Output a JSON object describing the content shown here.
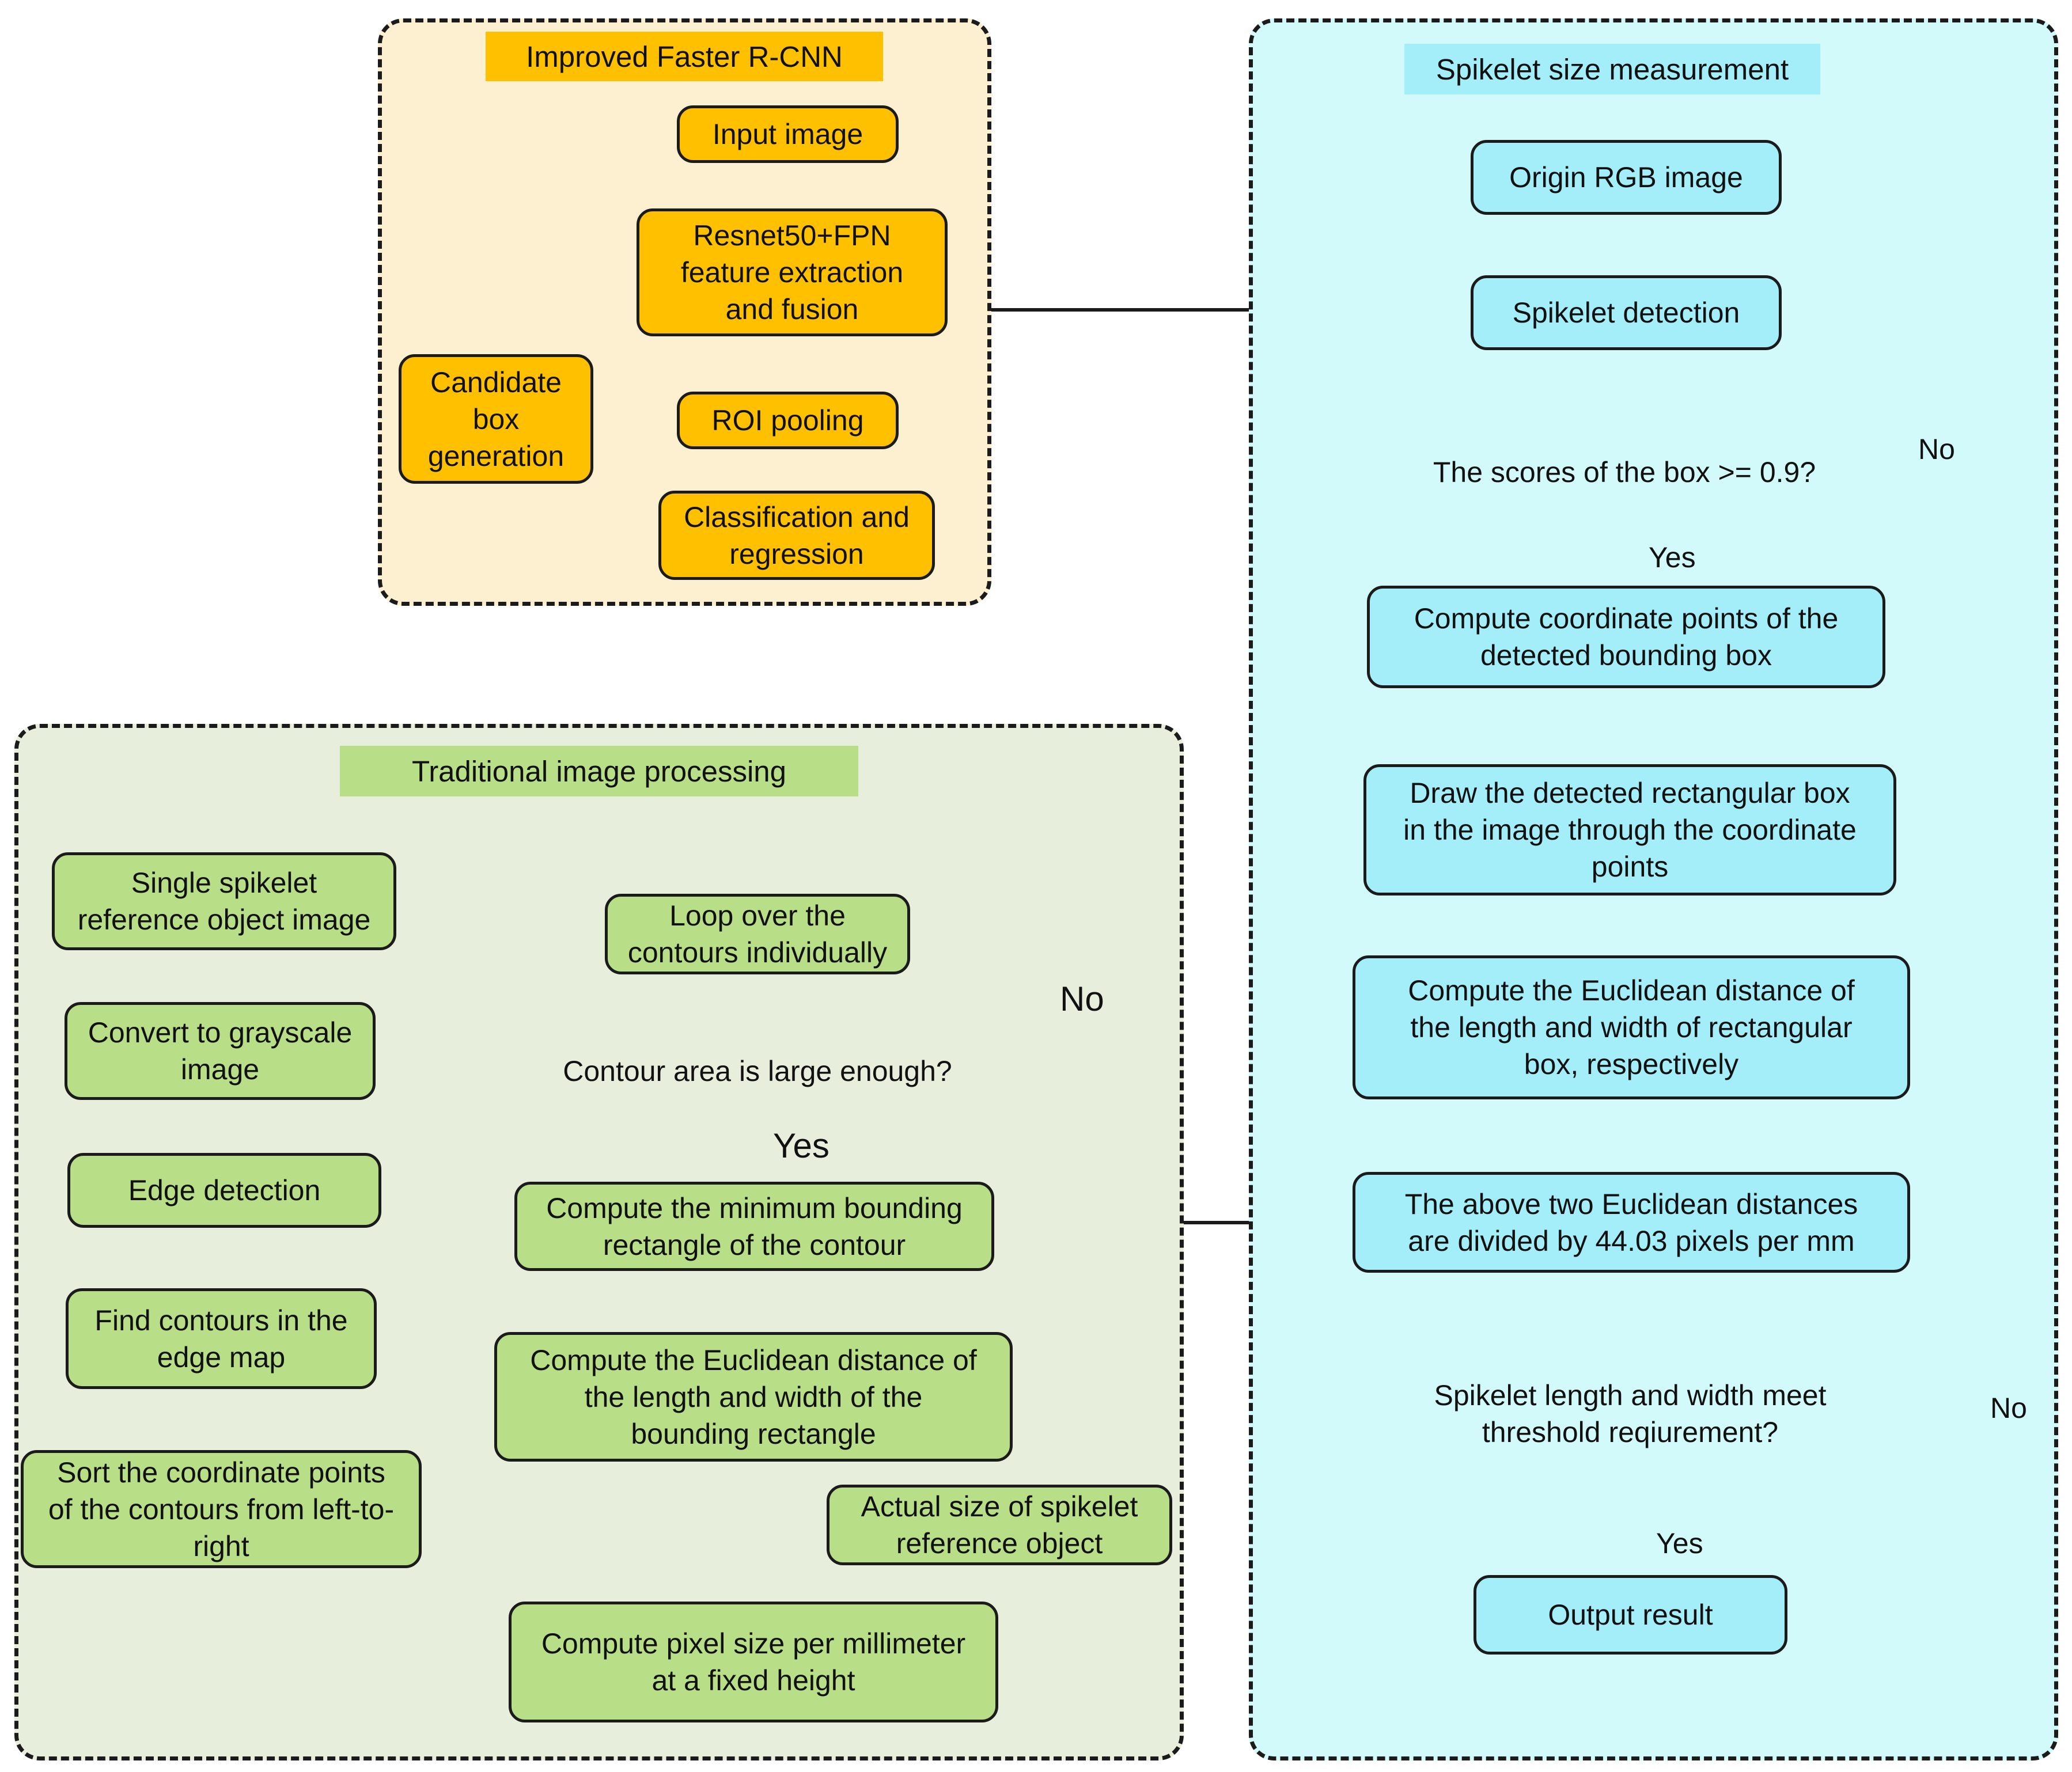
{
  "colors": {
    "faster_rcnn_panel_bg": "#fdf0d0",
    "faster_rcnn_tag_bg": "#ffc000",
    "faster_rcnn_node": "#ffc000",
    "spikelet_panel_bg": "#d2fafb",
    "spikelet_tag_bg": "#a3eef9",
    "spikelet_node": "#a3eef9",
    "traditional_panel_bg": "#e8eedc",
    "traditional_tag_bg": "#b8de88",
    "traditional_node": "#b8de88",
    "line": "#1b1b1b"
  },
  "faster_rcnn": {
    "title": "Improved Faster R-CNN",
    "input_image": "Input image",
    "resnet_fpn": "Resnet50+FPN\nfeature extraction\nand fusion",
    "candidate_box": "Candidate\nbox\ngeneration",
    "roi_pooling": "ROI pooling",
    "classification": "Classification and\nregression"
  },
  "spikelet_measurement": {
    "title": "Spikelet size measurement",
    "origin_rgb": "Origin RGB image",
    "spikelet_detection": "Spikelet detection",
    "score_decision": "The scores of the box >= 0.9?",
    "score_no": "No",
    "score_yes": "Yes",
    "compute_coords": "Compute coordinate points of the\ndetected bounding box",
    "draw_box": "Draw the detected rectangular box\nin the image through the coordinate\npoints",
    "compute_euclidean": "Compute the Euclidean distance of\nthe length and width of rectangular\nbox, respectively",
    "divide_distances": "The above two Euclidean distances\nare divided by 44.03 pixels per mm",
    "threshold_decision": "Spikelet length and width meet\nthreshold reqiurement?",
    "threshold_no": "No",
    "threshold_yes": "Yes",
    "output_result": "Output result"
  },
  "traditional": {
    "title": "Traditional image processing",
    "single_spikelet": "Single spikelet\nreference object image",
    "grayscale": "Convert to grayscale\nimage",
    "edge_detection": "Edge detection",
    "find_contours": "Find contours in the\nedge map",
    "sort_points": "Sort the coordinate points\nof the contours from left-to-\nright",
    "loop_contours": "Loop over the\ncontours individually",
    "area_decision": "Contour area is large enough?",
    "area_no": "No",
    "area_yes": "Yes",
    "min_bounding": "Compute the minimum bounding\nrectangle of the contour",
    "euclidean_rect": "Compute the Euclidean distance of\nthe length and width of the\nbounding rectangle",
    "actual_size": "Actual size of spikelet\nreference object",
    "pixel_size": "Compute pixel size per millimeter\nat a fixed height"
  }
}
